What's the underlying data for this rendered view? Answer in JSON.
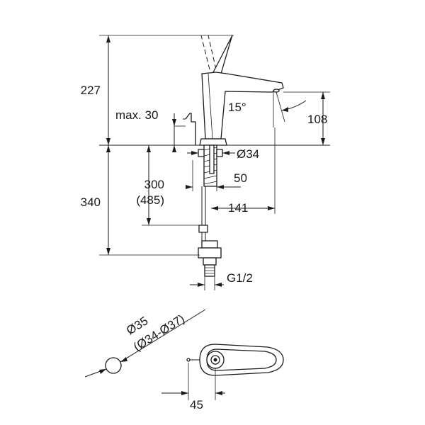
{
  "dimensions": {
    "height_total": "227",
    "spout_height": "108",
    "spout_angle": "15°",
    "lever_clearance": "max. 30",
    "hole_diameter": "Ø34",
    "shank_width": "50",
    "hose_length": "300",
    "hose_length_alt": "(485)",
    "below_counter": "340",
    "spout_reach": "141",
    "connection_thread": "G1/2",
    "plan_diameter": "Ø35",
    "plan_diameter_range": "(Ø34-Ø37)",
    "plan_lever_offset": "45"
  }
}
